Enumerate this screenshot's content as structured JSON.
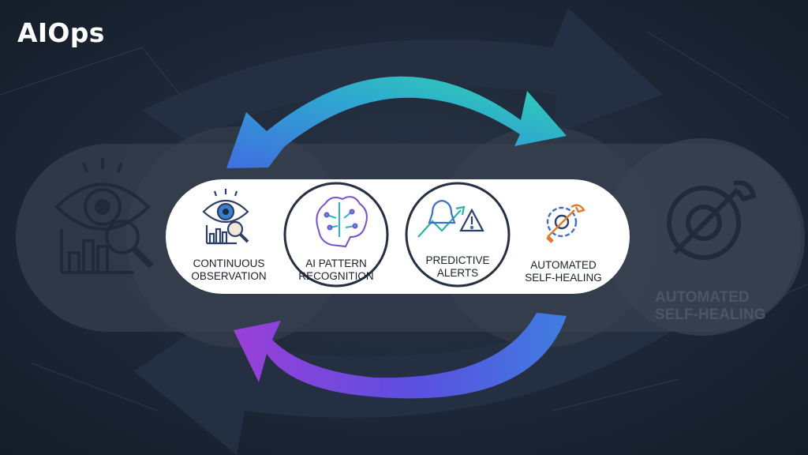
{
  "title": "AIOps",
  "steps": [
    {
      "line1": "CONTINUOUS",
      "line2": "OBSERVATION",
      "icon": "eye-analytics-icon"
    },
    {
      "line1": "AI PATTERN",
      "line2": "RECOGNITION",
      "icon": "brain-circuit-icon"
    },
    {
      "line1": "PREDICTIVE",
      "line2": "ALERTS",
      "icon": "trend-alert-icon"
    },
    {
      "line1": "AUTOMATED",
      "line2": "SELF-HEALING",
      "icon": "gear-wrench-icon"
    }
  ],
  "ghost_label": {
    "line1": "AUTOMATED",
    "line2": "SELF-HEALING"
  },
  "colors": {
    "teal": "#2fd6b0",
    "blue": "#3f6fe0",
    "purple": "#8e3fd8",
    "pill": "#ffffff",
    "icon_dark": "#2c3f66"
  }
}
